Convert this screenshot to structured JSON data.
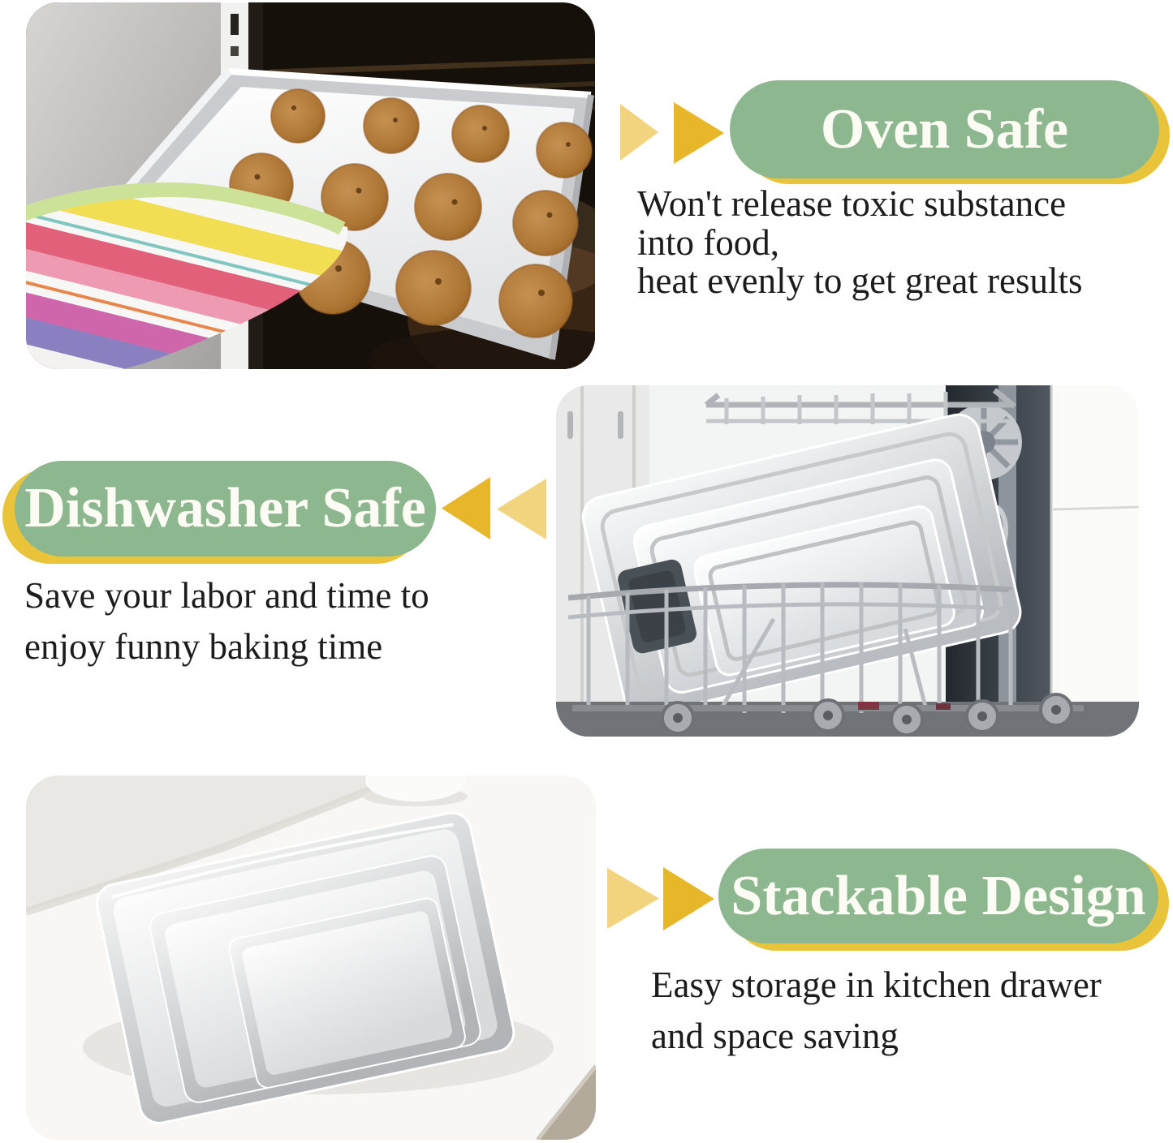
{
  "colors": {
    "background": "#FFFFFF",
    "pill_green": "#8DB78E",
    "pill_shadow_yellow": "#E9C43B",
    "arrow_dark_yellow": "#E8B629",
    "arrow_light_yellow": "#F2D47E",
    "heading_text": "#FCFCF4",
    "body_text": "#1C1C1C"
  },
  "sections": [
    {
      "id": "oven-safe",
      "heading": "Oven Safe",
      "body_lines": [
        "Won't release toxic substance",
        "into food,",
        "heat evenly to get great results"
      ],
      "arrow_direction": "right",
      "photo": "baking-tray-with-cookies-coming-out-of-oven"
    },
    {
      "id": "dishwasher-safe",
      "heading": "Dishwasher Safe",
      "body_lines": [
        "Save your labor and time to",
        "enjoy funny baking time"
      ],
      "arrow_direction": "left",
      "photo": "baking-trays-in-dishwasher-rack"
    },
    {
      "id": "stackable-design",
      "heading": "Stackable Design",
      "body_lines": [
        "Easy storage in kitchen drawer",
        "and space saving"
      ],
      "arrow_direction": "right",
      "photo": "three-stacked-trays-on-countertop"
    }
  ]
}
